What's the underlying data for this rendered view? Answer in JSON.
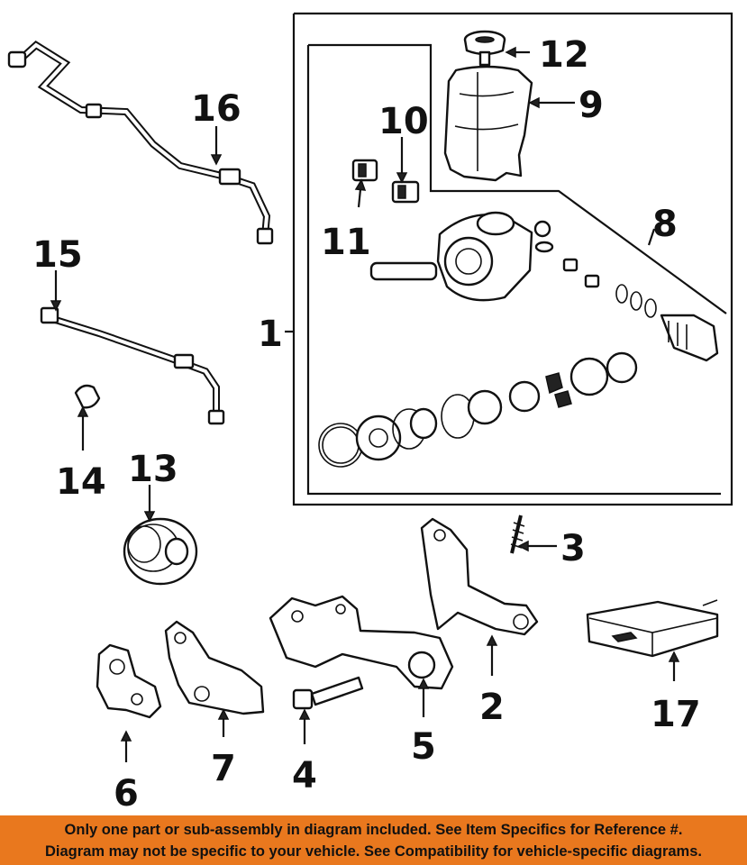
{
  "callouts": {
    "c1": "1",
    "c2": "2",
    "c3": "3",
    "c4": "4",
    "c5": "5",
    "c6": "6",
    "c7": "7",
    "c8": "8",
    "c9": "9",
    "c10": "10",
    "c11": "11",
    "c12": "12",
    "c13": "13",
    "c14": "14",
    "c15": "15",
    "c16": "16",
    "c17": "17"
  },
  "banner": {
    "line1": "Only one part or sub-assembly in diagram included. See Item Specifics for Reference #.",
    "line2": "Diagram may not be specific to your vehicle. See Compatibility for vehicle-specific diagrams."
  }
}
